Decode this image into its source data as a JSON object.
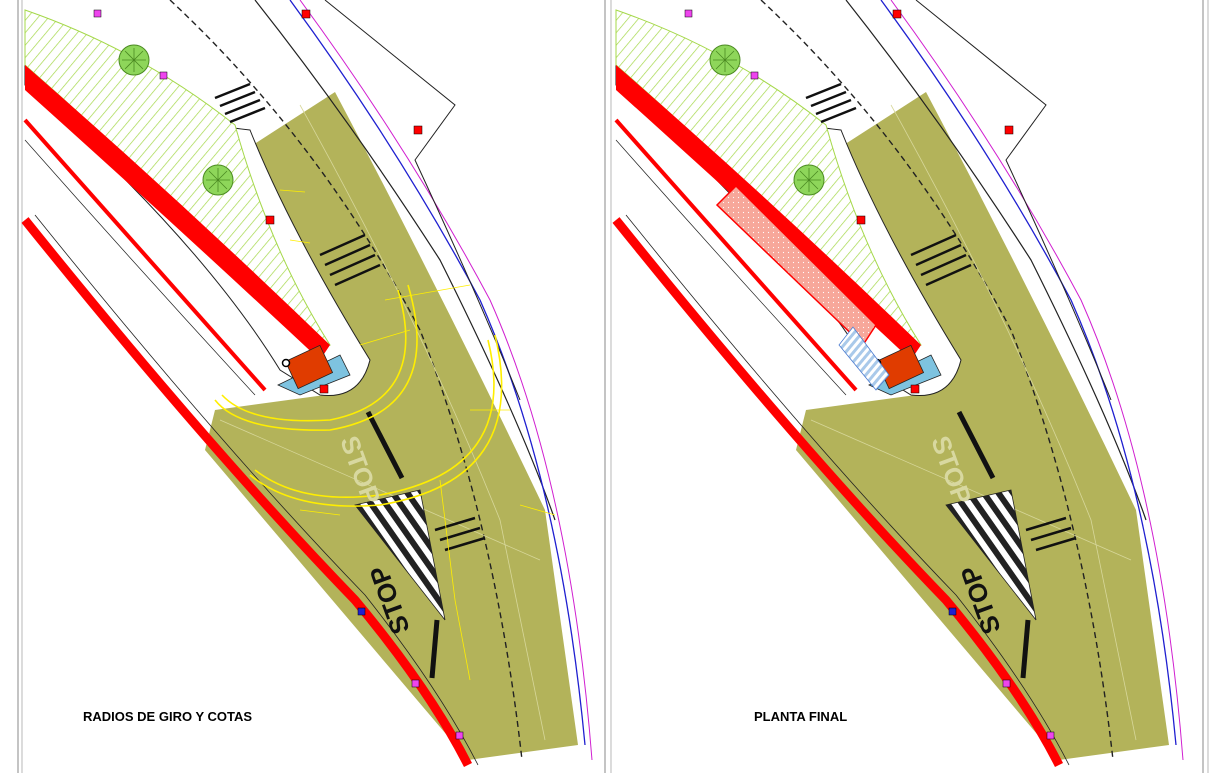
{
  "drawing": {
    "left_panel": {
      "title": "RADIOS DE GIRO Y COTAS",
      "road_markings": [
        "STOP",
        "STOP"
      ]
    },
    "right_panel": {
      "title": "PLANTA FINAL",
      "road_markings": [
        "STOP",
        "STOP"
      ]
    }
  },
  "colors": {
    "asphalt": "#b3b35a",
    "curb_red": "#ff0000",
    "green_hatch": "#a5d84a",
    "planter_blue": "#7ec3e0",
    "sidewalk_pink": "#f7a79a",
    "crosswalk_blue": "#a9c9ea",
    "turning_radius": "#ffee00",
    "boundary_blue": "#1f1fd0",
    "boundary_magenta": "#d01fd0"
  }
}
